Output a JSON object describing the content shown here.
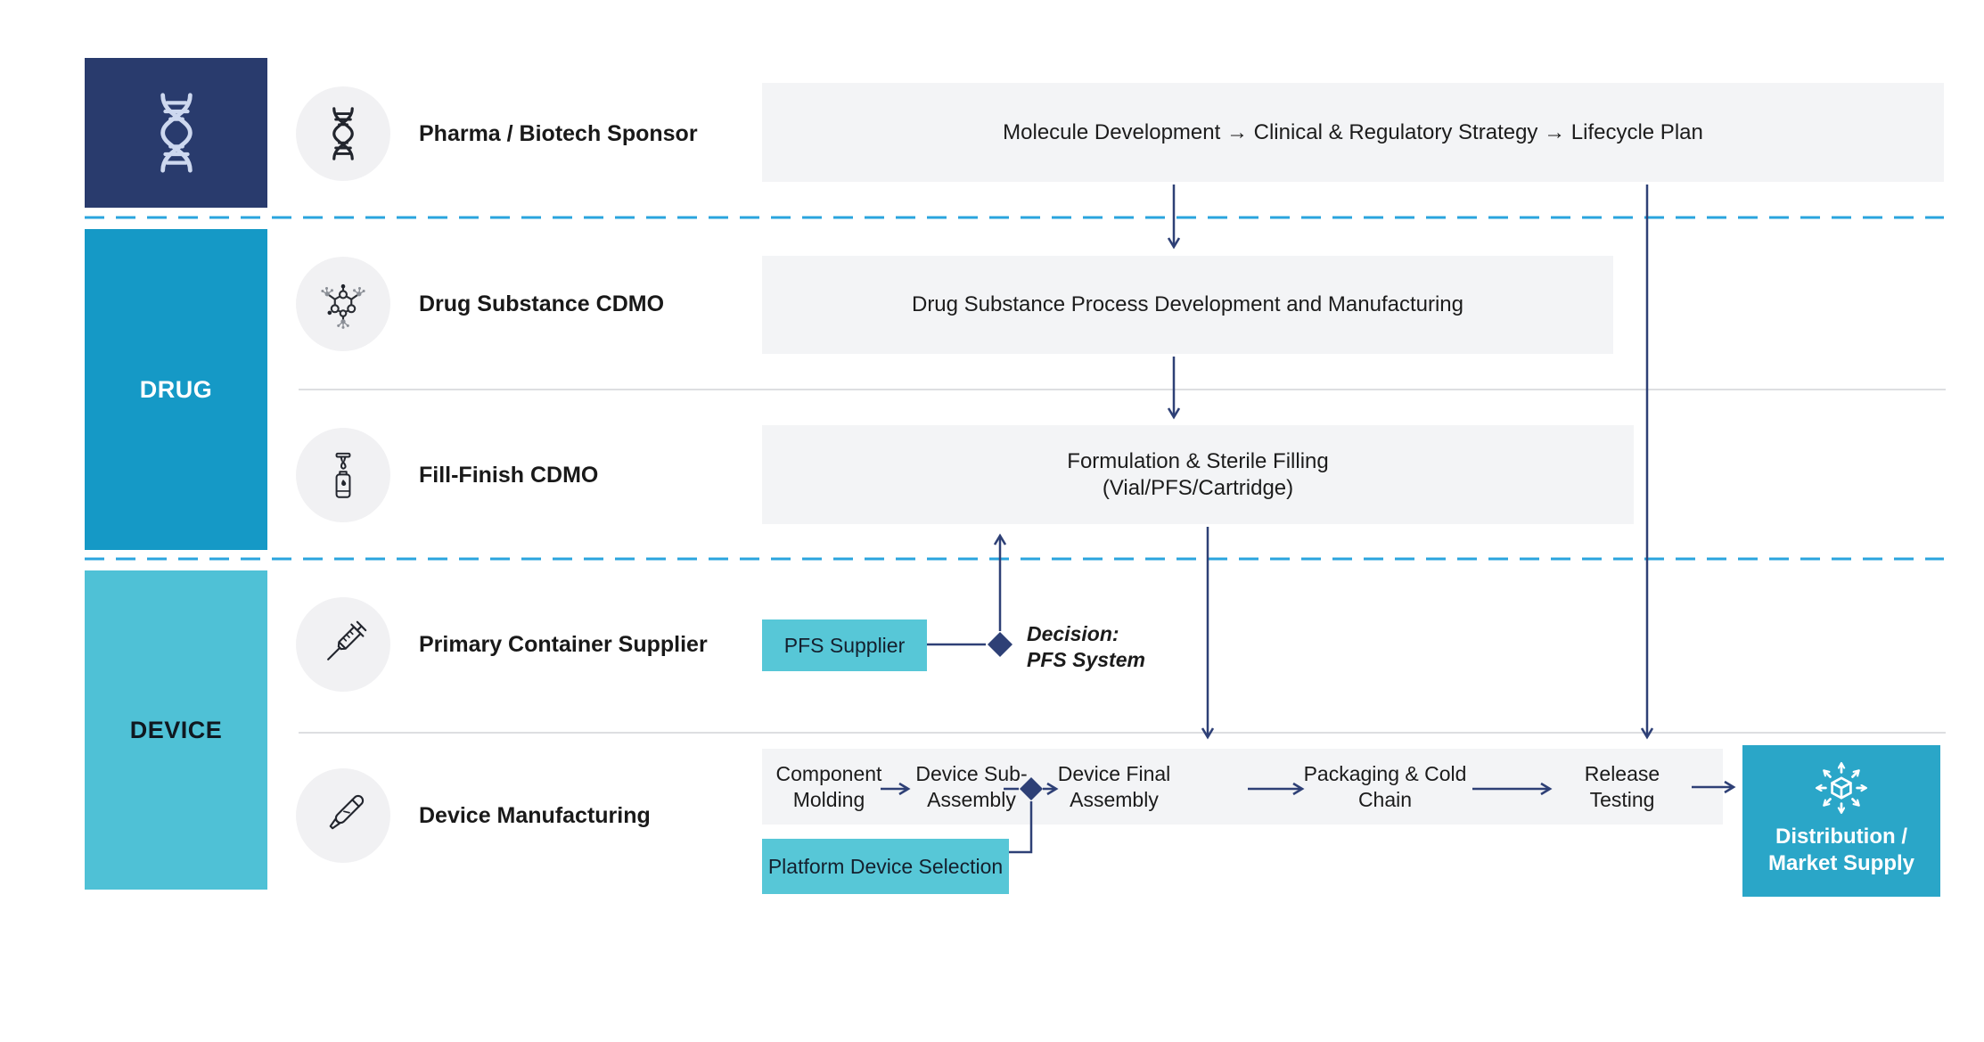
{
  "lanes": {
    "drug_label": "DRUG",
    "device_label": "DEVICE"
  },
  "rows": [
    {
      "label": "Pharma / Biotech Sponsor",
      "icon": "dna-icon"
    },
    {
      "label": "Drug Substance CDMO",
      "icon": "molecule-icon"
    },
    {
      "label": "Fill-Finish CDMO",
      "icon": "vial-icon"
    },
    {
      "label": "Primary Container Supplier",
      "icon": "syringe-icon"
    },
    {
      "label": "Device Manufacturing",
      "icon": "injector-pen-icon"
    }
  ],
  "bars": {
    "sponsor": "Molecule Development → Clinical & Regulatory Strategy → Lifecycle Plan",
    "drug_substance": "Drug Substance Process Development and Manufacturing",
    "fill_finish": {
      "line1": "Formulation & Sterile Filling",
      "line2": "(Vial/PFS/Cartridge)"
    }
  },
  "device_flow": {
    "stages": [
      {
        "line1": "Component",
        "line2": "Molding"
      },
      {
        "line1": "Device Sub-",
        "line2": "Assembly"
      },
      {
        "line1": "Device Final",
        "line2": "Assembly"
      },
      {
        "line1": "Packaging & Cold",
        "line2": "Chain"
      },
      {
        "line1": "Release",
        "line2": "Testing"
      }
    ]
  },
  "callouts": {
    "pfs_supplier": "PFS Supplier",
    "platform_device_selection": "Platform Device Selection",
    "decision": {
      "line1": "Decision:",
      "line2": "PFS System"
    }
  },
  "distribution": {
    "line1": "Distribution /",
    "line2": "Market Supply"
  },
  "colors": {
    "sponsor-navy": "#293b6d",
    "drug-teal": "#1599c6",
    "device-teal": "#4fc1d6",
    "callout-teal": "#57c7d7",
    "distribution-teal": "#2aa6c8",
    "connector-navy": "#2e4076",
    "dashed-blue": "#2aa4de",
    "bar-gray": "#f3f4f6",
    "circle-gray": "#f1f1f3",
    "separator-gray": "#d2d3d7"
  }
}
